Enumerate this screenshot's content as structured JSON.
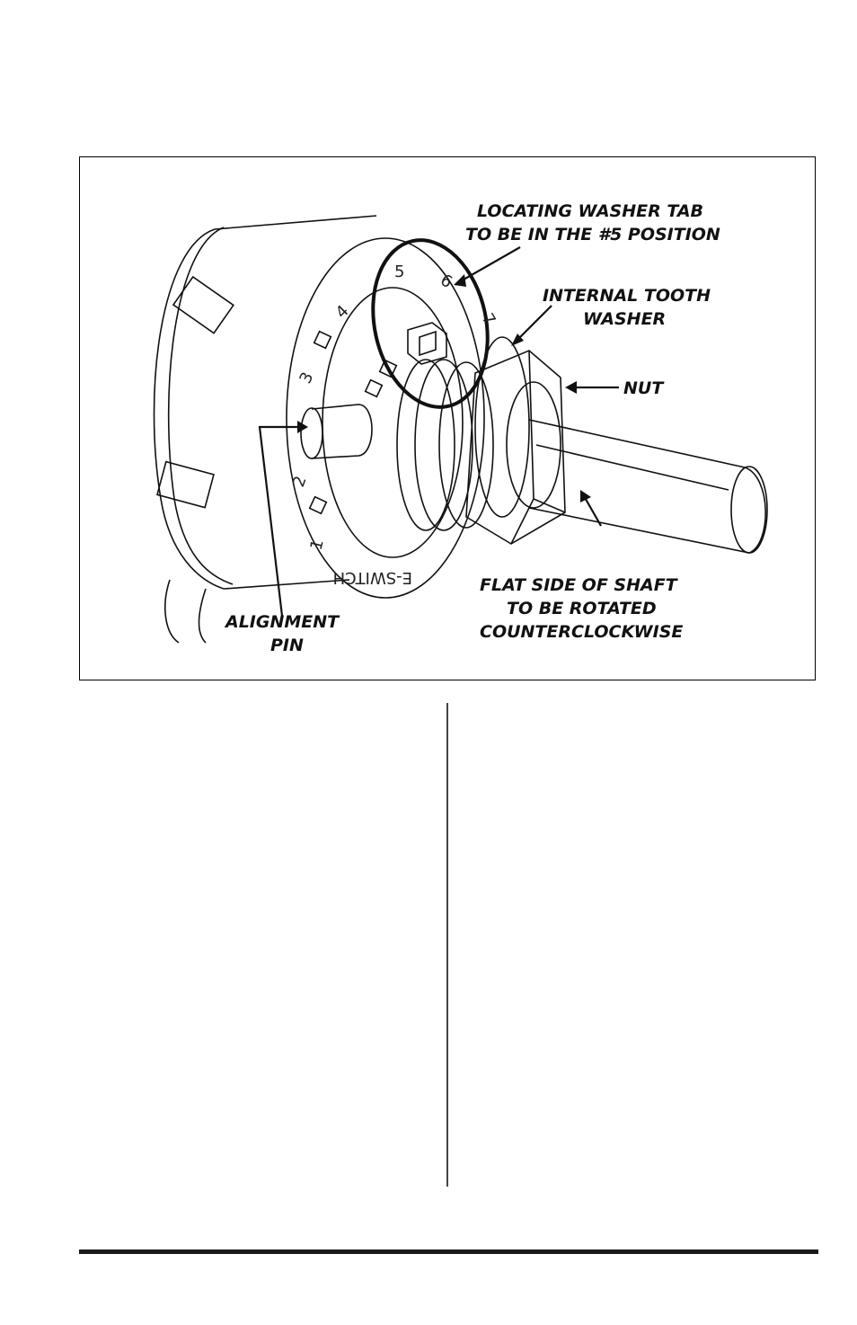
{
  "figure": {
    "callouts": {
      "locating_washer_tab": [
        "LOCATING WASHER TAB",
        "TO BE IN THE #5 POSITION"
      ],
      "internal_tooth_washer": [
        "INTERNAL TOOTH",
        "WASHER"
      ],
      "nut": "NUT",
      "flat_side_of_shaft": [
        "FLAT SIDE OF SHAFT",
        "TO BE ROTATED",
        "COUNTERCLOCKWISE"
      ],
      "alignment_pin": [
        "ALIGNMENT",
        "PIN"
      ]
    },
    "dial": {
      "positions": [
        "1",
        "2",
        "3",
        "4",
        "5",
        "6",
        "7"
      ],
      "brand": "E-SWITCH"
    }
  },
  "colors": {
    "ink": "#111111",
    "frame": "#000000",
    "rule": "#1a1a1a"
  }
}
